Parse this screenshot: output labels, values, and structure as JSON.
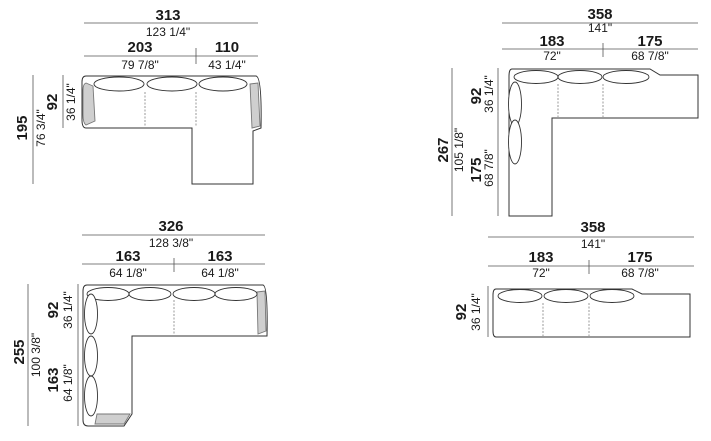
{
  "diagrams": {
    "a": {
      "total_cm": "313",
      "total_in": "123 1/4\"",
      "left_cm": "203",
      "left_in": "79 7/8\"",
      "right_cm": "110",
      "right_in": "43 1/4\"",
      "height_cm": "195",
      "height_in": "76 3/4\"",
      "depth_cm": "92",
      "depth_in": "36 1/4\""
    },
    "b": {
      "total_cm": "358",
      "total_in": "141\"",
      "left_cm": "183",
      "left_in": "72\"",
      "right_cm": "175",
      "right_in": "68 7/8\"",
      "height_cm": "267",
      "height_in": "105 1/8\"",
      "depth_cm": "92",
      "depth_in": "36 1/4\"",
      "lower_cm": "175",
      "lower_in": "68 7/8\""
    },
    "c": {
      "total_cm": "326",
      "total_in": "128 3/8\"",
      "left_cm": "163",
      "left_in": "64 1/8\"",
      "right_cm": "163",
      "right_in": "64 1/8\"",
      "height_cm": "255",
      "height_in": "100 3/8\"",
      "depth_cm": "92",
      "depth_in": "36 1/4\"",
      "lower_cm": "163",
      "lower_in": "64 1/8\""
    },
    "d": {
      "total_cm": "358",
      "total_in": "141\"",
      "left_cm": "183",
      "left_in": "72\"",
      "right_cm": "175",
      "right_in": "68 7/8\"",
      "depth_cm": "92",
      "depth_in": "36 1/4\""
    }
  }
}
